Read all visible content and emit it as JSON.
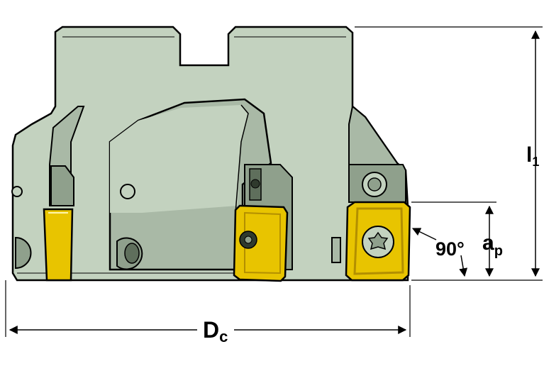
{
  "colors": {
    "body": "#c3d2bf",
    "body_shade": "#a9b9a6",
    "body_dark": "#8fa08c",
    "insert": "#e8c400",
    "insert_dark": "#b38f00",
    "outline": "#000000",
    "background": "#ffffff"
  },
  "labels": {
    "dc_main": "D",
    "dc_sub": "c",
    "l1_main": "l",
    "l1_sub": "1",
    "ap_main": "a",
    "ap_sub": "p",
    "angle": "90°"
  }
}
